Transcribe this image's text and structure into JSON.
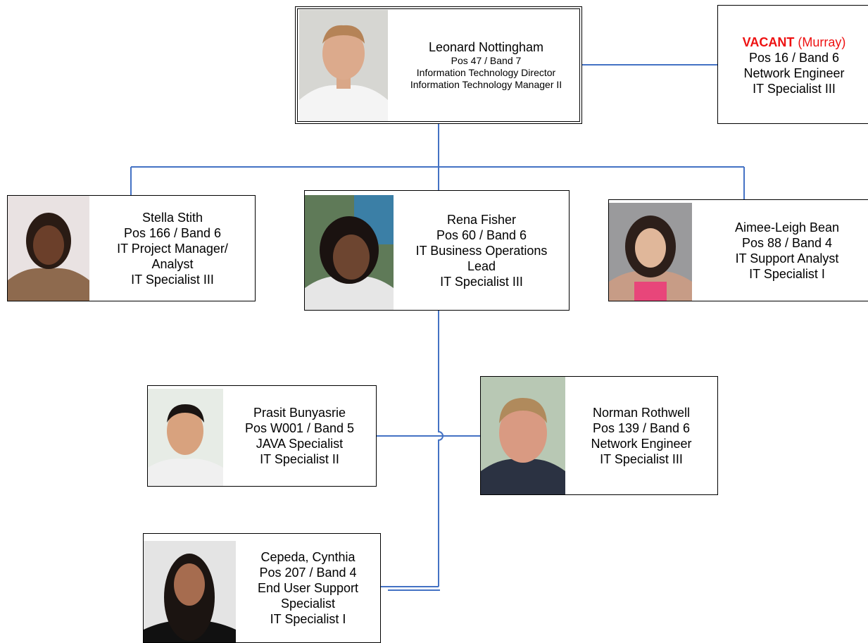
{
  "colors": {
    "connector": "#4472c4",
    "vacant": "#ee1111"
  },
  "director": {
    "name": "Leonard Nottingham",
    "position": "Pos 47 / Band 7",
    "title": "Information Technology Director",
    "classification": "Information Technology Manager II"
  },
  "vacant": {
    "status": "VACANT",
    "note": "(Murray)",
    "position": "Pos 16 / Band 6",
    "title": "Network Engineer",
    "classification": "IT Specialist III"
  },
  "stella": {
    "name": "Stella Stith",
    "position": "Pos  166 / Band 6",
    "title_line1": "IT Project Manager/",
    "title_line2": "Analyst",
    "classification": "IT Specialist III"
  },
  "rena": {
    "name": "Rena Fisher",
    "position": "Pos 60 / Band 6",
    "title_line1": "IT Business Operations",
    "title_line2": "Lead",
    "classification": "IT Specialist III"
  },
  "aimee": {
    "name": "Aimee-Leigh Bean",
    "position": "Pos 88 / Band 4",
    "title": "IT Support Analyst",
    "classification": "IT Specialist I"
  },
  "prasit": {
    "name": "Prasit Bunyasrie",
    "position": "Pos W001 / Band 5",
    "title": "JAVA Specialist",
    "classification": "IT Specialist II"
  },
  "norman": {
    "name": "Norman Rothwell",
    "position": "Pos 139 / Band 6",
    "title": "Network Engineer",
    "classification": "IT Specialist III"
  },
  "cynthia": {
    "name": "Cepeda, Cynthia",
    "position": "Pos 207 / Band 4",
    "title_line1": "End User Support",
    "title_line2": "Specialist",
    "classification": "IT Specialist I"
  }
}
